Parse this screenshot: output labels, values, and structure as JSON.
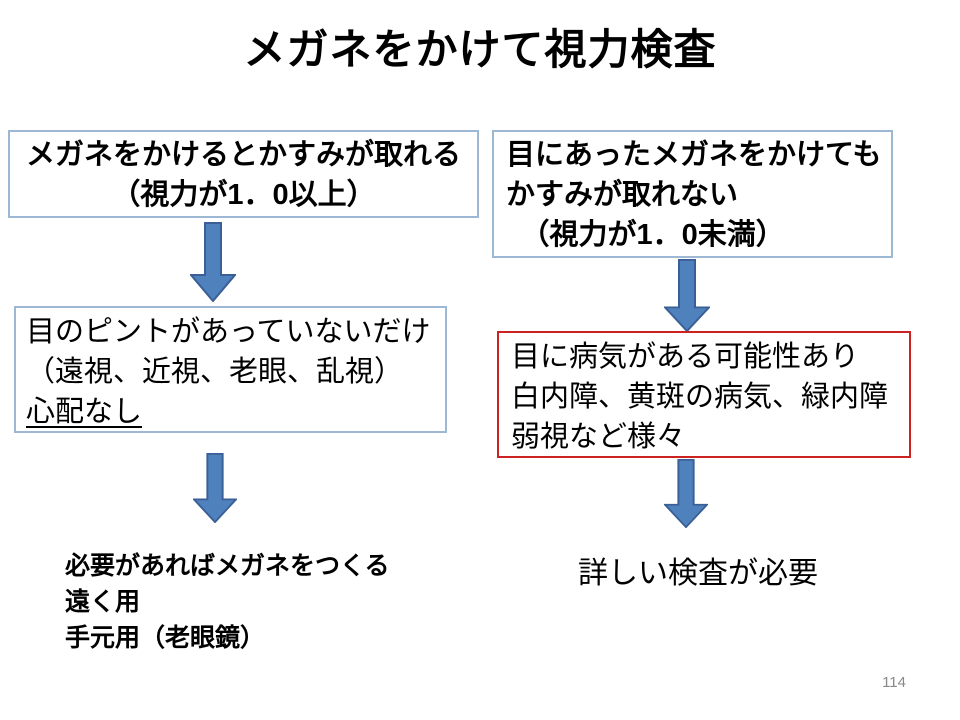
{
  "page": {
    "title": "メガネをかけて視力検査",
    "page_number": "114"
  },
  "flowchart": {
    "left": {
      "top_box": {
        "lines": [
          "メガネをかけるとかすみが取れる",
          "（視力が1．0以上）"
        ]
      },
      "middle_box": {
        "lines": [
          "目のピントがあっていないだけ",
          "（遠視、近視、老眼、乱視）"
        ],
        "underlined_line": "心配なし"
      },
      "result_lines": [
        "必要があればメガネをつくる",
        "遠く用",
        "手元用（老眼鏡）"
      ]
    },
    "right": {
      "top_box": {
        "lines": [
          "目にあったメガネをかけても",
          "かすみが取れない",
          "　（視力が1．0未満）"
        ]
      },
      "middle_box": {
        "lines": [
          "目に病気がある可能性あり",
          "白内障、黄斑の病気、緑内障",
          "弱視など様々"
        ]
      },
      "result": "詳しい検査が必要"
    }
  },
  "icons": {
    "down_arrow": "down-arrow"
  },
  "colors": {
    "arrow_fill": "#4F81BD",
    "arrow_stroke": "#3A5F96",
    "box_border_blue": "#9DB8D2",
    "box_border_red": "#CC2222",
    "text": "#000000",
    "page_number_gray": "#898989",
    "background": "#FFFFFF"
  }
}
